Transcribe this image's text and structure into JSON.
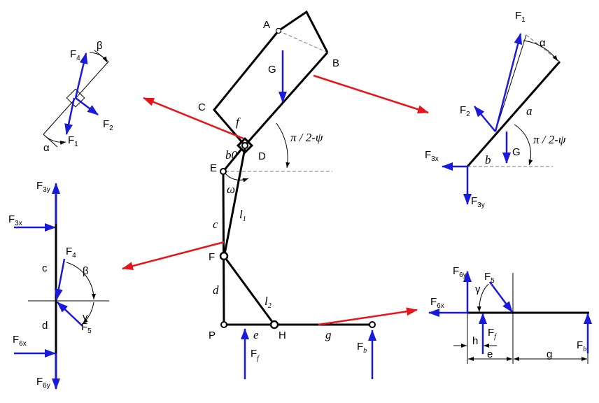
{
  "colors": {
    "force": "#1a1adc",
    "pointer": "#e8141a",
    "structure": "#000000"
  },
  "main": {
    "points": {
      "A": "A",
      "B": "B",
      "C": "C",
      "D": "D",
      "E": "E",
      "F": "F",
      "P": "P",
      "H": "H"
    },
    "labels": {
      "G": "G",
      "f": "f",
      "b0": "b0",
      "angle": "π / 2-ψ",
      "omega": "ω",
      "l1": "l",
      "l1_sub": "1",
      "l2": "l",
      "l2_sub": "2",
      "c": "c",
      "d": "d",
      "e": "e",
      "g": "g"
    },
    "forces": {
      "Ff": "F",
      "Ff_sub": "f",
      "Fb": "F",
      "Fb_sub": "b"
    }
  },
  "slider_fbd": {
    "F4": "F",
    "F4_sub": "4",
    "F2": "F",
    "F2_sub": "2",
    "F1": "F",
    "F1_sub": "1",
    "alpha": "α",
    "beta": "β"
  },
  "body_fbd": {
    "F1": "F",
    "F1_sub": "1",
    "F2": "F",
    "F2_sub": "2",
    "F3x": "F",
    "F3x_sub": "3x",
    "F3y": "F",
    "F3y_sub": "3y",
    "G": "G",
    "alpha": "α",
    "a": "a",
    "b": "b",
    "angle": "π / 2-ψ"
  },
  "link_fbd": {
    "F3y": "F",
    "F3y_sub": "3y",
    "F3x": "F",
    "F3x_sub": "3x",
    "F4": "F",
    "F4_sub": "4",
    "F5": "F",
    "F5_sub": "5",
    "F6x": "F",
    "F6x_sub": "6x",
    "F6y": "F",
    "F6y_sub": "6y",
    "c": "c",
    "d": "d",
    "beta": "β",
    "gamma": "γ"
  },
  "foot_fbd": {
    "F6y": "F",
    "F6y_sub": "6y",
    "F6x": "F",
    "F6x_sub": "6x",
    "F5": "F",
    "F5_sub": "5",
    "Ff": "F",
    "Ff_sub": "f",
    "Fb": "F",
    "Fb_sub": "b",
    "gamma": "γ",
    "h": "h",
    "e": "e",
    "g": "g"
  }
}
